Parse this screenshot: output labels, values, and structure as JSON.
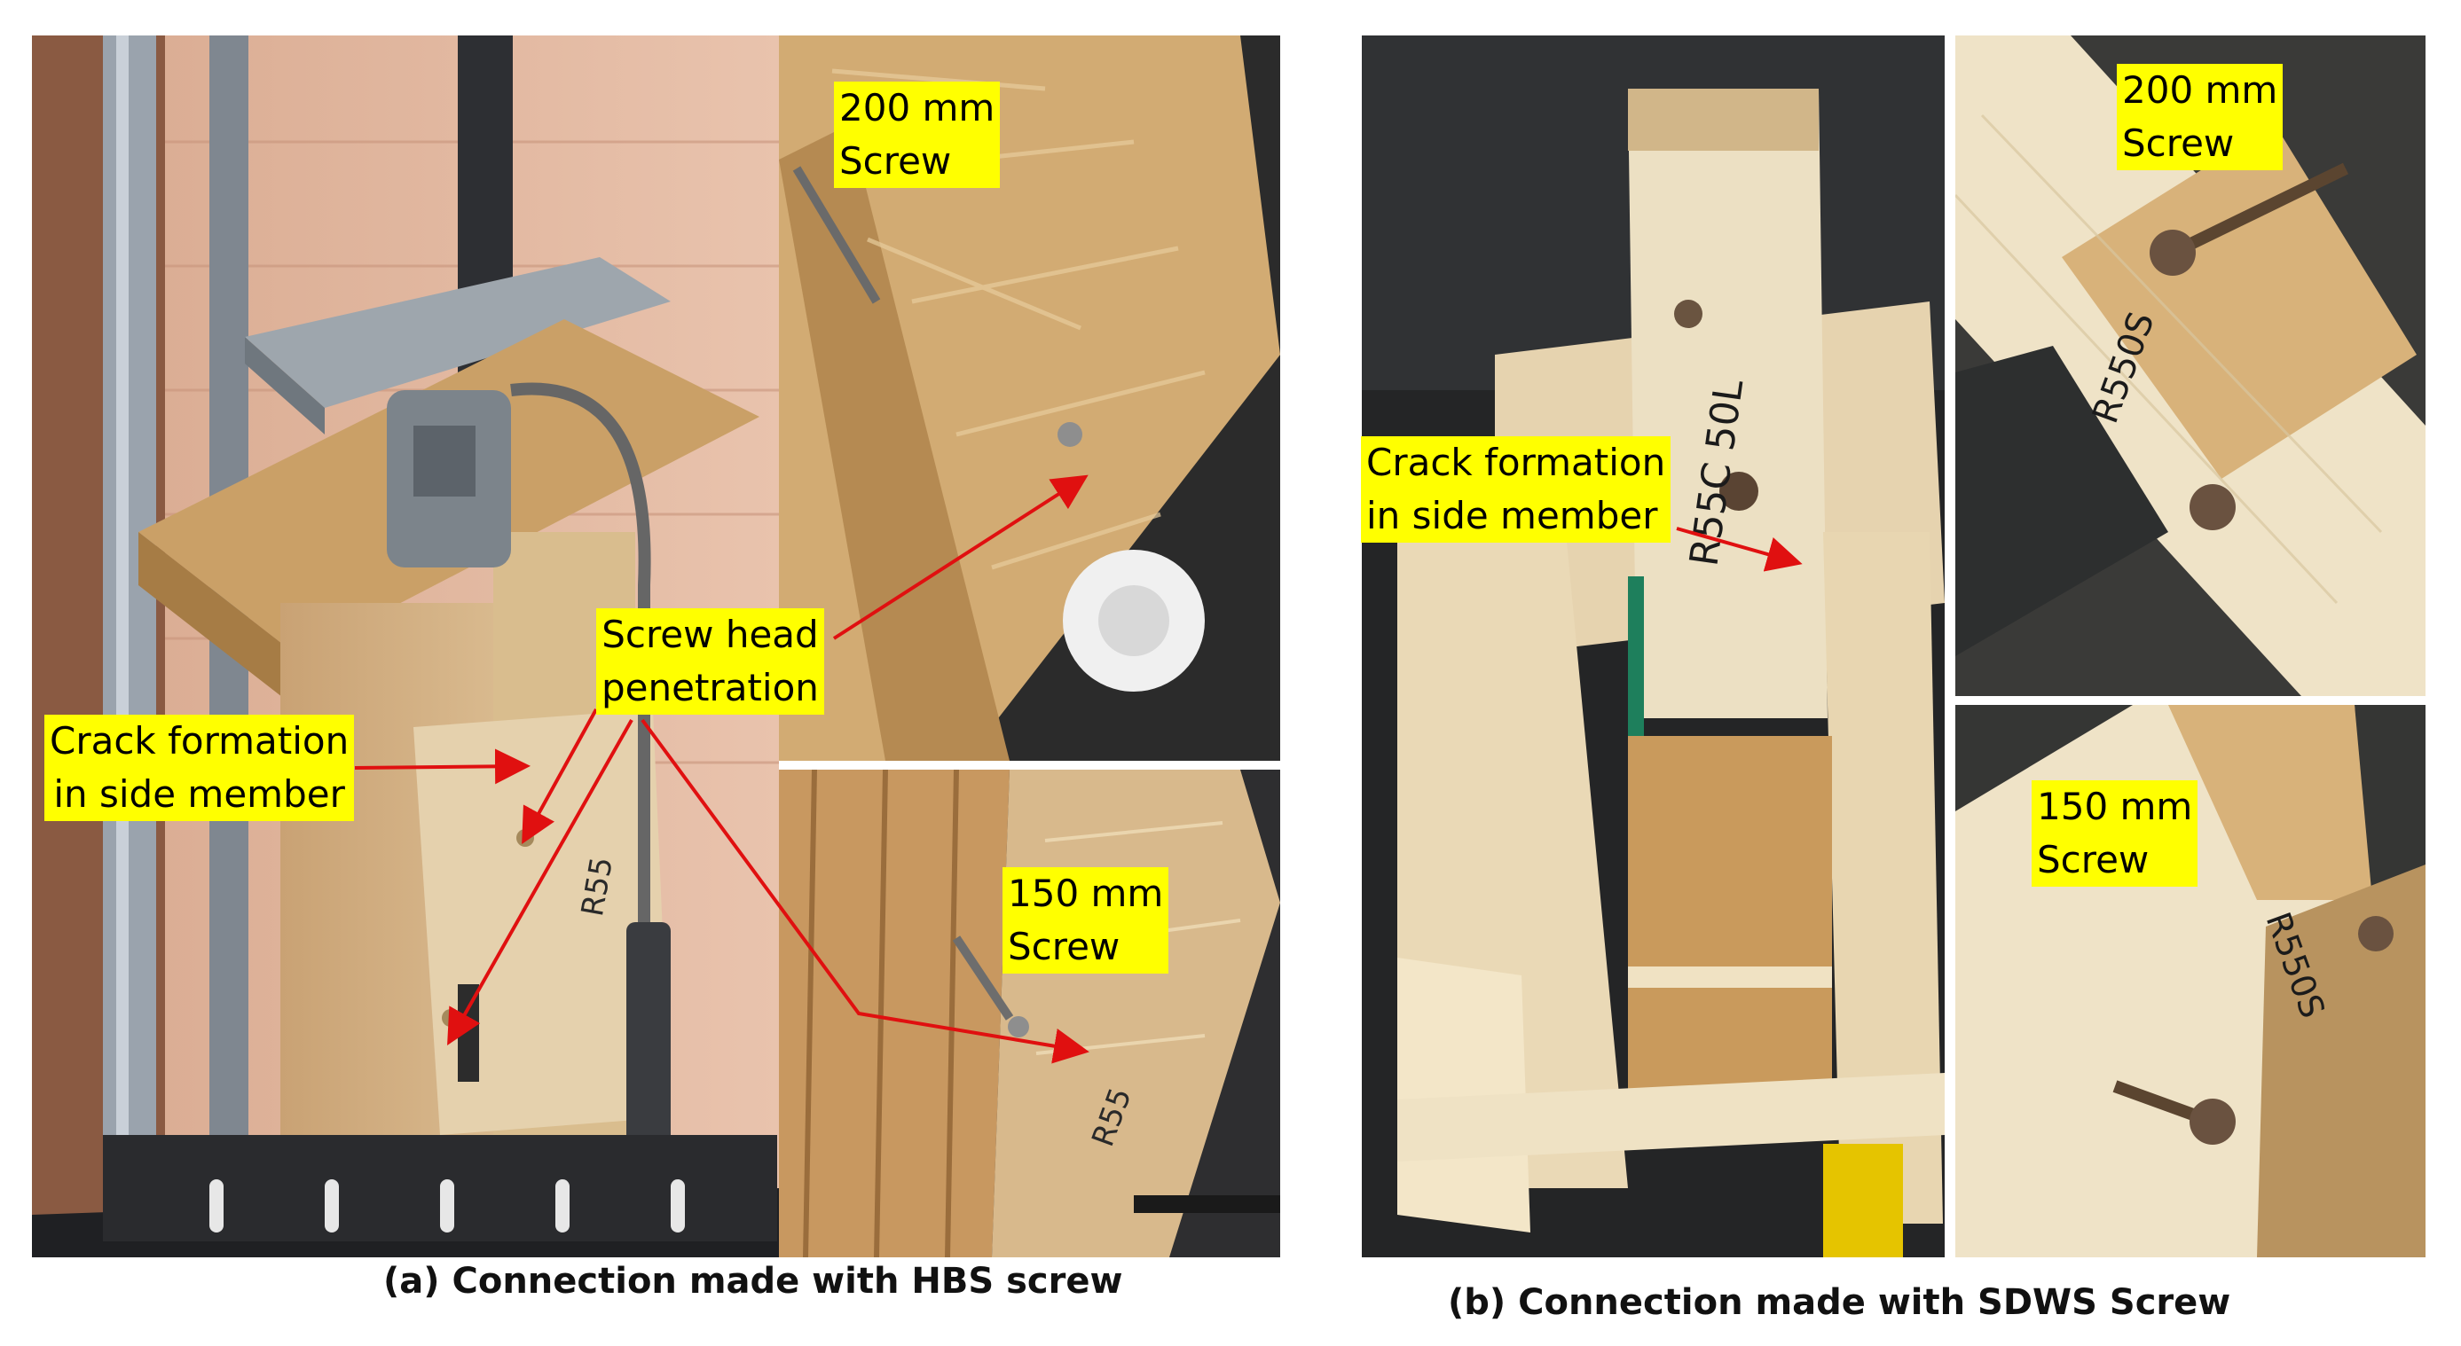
{
  "figure": {
    "panel_a": {
      "caption": "(a) Connection made with HBS screw",
      "labels": {
        "crack_line1": "Crack formation",
        "crack_line2": "in side member",
        "screw_head_line1": "Screw head",
        "screw_head_line2": "penetration",
        "screw_200_line1": "200 mm",
        "screw_200_line2": "Screw",
        "screw_150_line1": "150 mm",
        "screw_150_line2": "Screw"
      },
      "handwriting": [
        "R55",
        "R55"
      ]
    },
    "panel_b": {
      "caption": "(b) Connection made with SDWS Screw",
      "labels": {
        "crack_line1": "Crack formation",
        "crack_line2": "in side member",
        "screw_200_line1": "200 mm",
        "screw_200_line2": "Screw",
        "screw_150_line1": "150 mm",
        "screw_150_line2": "Screw"
      },
      "handwriting": [
        "R55C 50L",
        "R550S",
        "R550S"
      ]
    },
    "colors": {
      "label_bg": "#ffff00",
      "arrow": "#e01010",
      "wood_light": "#e8d7b6",
      "wood_mid": "#d8b98a",
      "osb": "#c99a5c"
    }
  }
}
